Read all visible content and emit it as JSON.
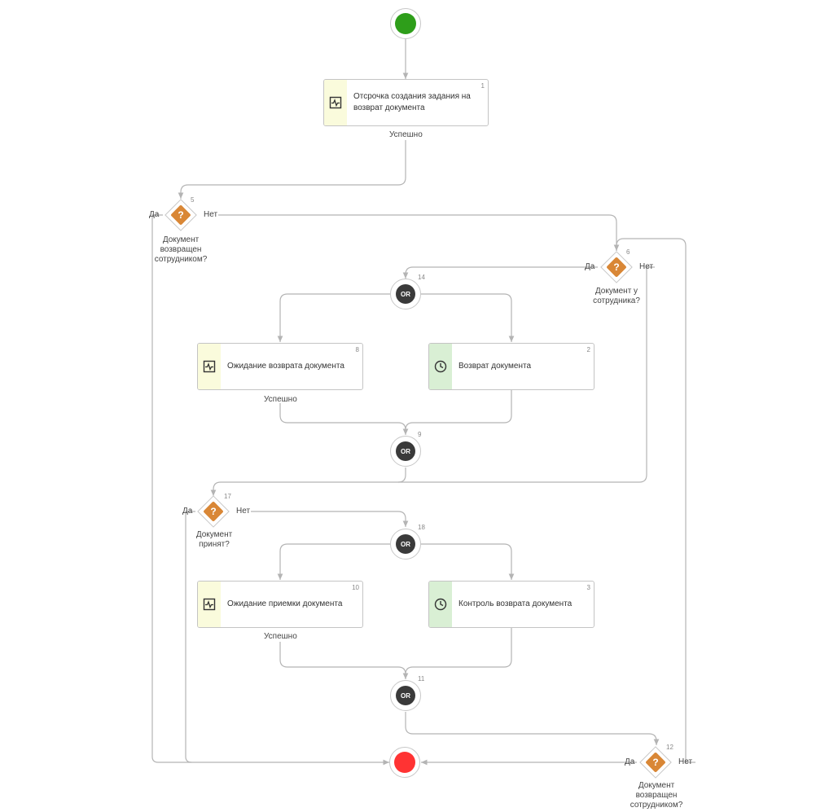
{
  "colors": {
    "start": "#2e9e1a",
    "end": "#ff3333",
    "gateway": "#3a3a3a",
    "condition": "#d98736",
    "script_strip": "#fafbdc",
    "timer_strip": "#d9efd4",
    "connector": "#b4b4b4"
  },
  "events": {
    "start": {
      "icon": "start-event-icon"
    },
    "end": {
      "icon": "end-event-icon"
    }
  },
  "tasks": [
    {
      "id": "1",
      "label": "Отсрочка создания задания на возврат документа",
      "icon": "script-activity-icon",
      "outcome": "Успешно"
    },
    {
      "id": "8",
      "label": "Ожидание возврата документа",
      "icon": "script-activity-icon",
      "outcome": "Успешно"
    },
    {
      "id": "2",
      "label": "Возврат документа",
      "icon": "clock-icon",
      "outcome": ""
    },
    {
      "id": "10",
      "label": "Ожидание приемки документа",
      "icon": "script-activity-icon",
      "outcome": "Успешно"
    },
    {
      "id": "3",
      "label": "Контроль возврата документа",
      "icon": "clock-icon",
      "outcome": ""
    }
  ],
  "conditions": [
    {
      "id": "5",
      "label_lines": [
        "Документ",
        "возвращен",
        "сотрудником?"
      ],
      "yes": "Да",
      "no": "Нет",
      "icon": "question-icon"
    },
    {
      "id": "6",
      "label_lines": [
        "Документ у",
        "сотрудника?"
      ],
      "yes": "Да",
      "no": "Нет",
      "icon": "question-icon"
    },
    {
      "id": "17",
      "label_lines": [
        "Документ",
        "принят?"
      ],
      "yes": "Да",
      "no": "Нет",
      "icon": "question-icon"
    },
    {
      "id": "12",
      "label_lines": [
        "Документ",
        "возвращен",
        "сотрудником?"
      ],
      "yes": "Да",
      "no": "Нет",
      "icon": "question-icon"
    }
  ],
  "gateways": [
    {
      "id": "14",
      "label": "OR"
    },
    {
      "id": "9",
      "label": "OR"
    },
    {
      "id": "18",
      "label": "OR"
    },
    {
      "id": "11",
      "label": "OR"
    }
  ]
}
